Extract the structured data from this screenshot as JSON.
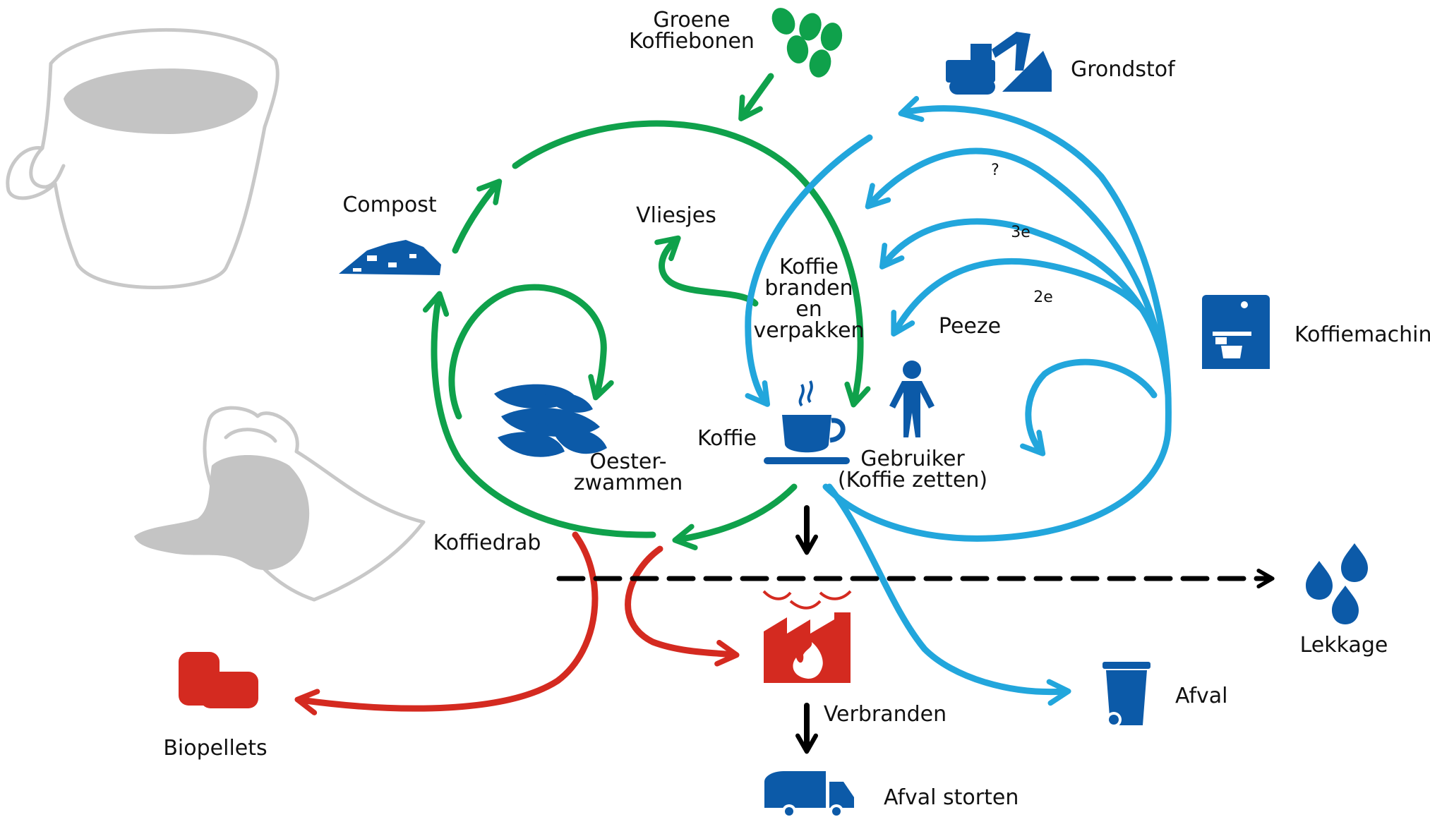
{
  "labels": {
    "groene_koffiebonen": [
      "Groene",
      "Koffiebonen"
    ],
    "grondstof": "Grondstof",
    "compost": "Compost",
    "vliesjes": "Vliesjes",
    "koffie_branden": [
      "Koffie",
      "branden",
      "en",
      "verpakken"
    ],
    "peeze": "Peeze",
    "koffiemachines": "Koffiemachines",
    "oesterzwammen": [
      "Oester-",
      "zwammen"
    ],
    "koffie": "Koffie",
    "gebruiker": [
      "Gebruiker",
      "(Koffie zetten)"
    ],
    "koffiedrab": "Koffiedrab",
    "lekkage": "Lekkage",
    "biopellets": "Biopellets",
    "verbranden": "Verbranden",
    "afval": "Afval",
    "afval_storten": "Afval storten",
    "cycle_question": "?",
    "cycle_3e": "3e",
    "cycle_2e": "2e"
  },
  "colors": {
    "green": "#0fa14b",
    "blue_arrow": "#22a6dc",
    "blue_icon": "#0c5aa8",
    "red": "#d42a20",
    "black": "#000000",
    "sketch_gray": "#c8c8c8"
  },
  "icons": [
    "coffee-beans-icon",
    "excavator-icon",
    "compost-pile-icon",
    "coffee-machine-icon",
    "oyster-mushroom-icon",
    "coffee-cup-icon",
    "person-icon",
    "water-drops-icon",
    "biopellets-icon",
    "factory-fire-icon",
    "waste-bin-icon",
    "garbage-truck-icon",
    "mug-sketch-icon",
    "coffee-bag-sketch-icon"
  ]
}
